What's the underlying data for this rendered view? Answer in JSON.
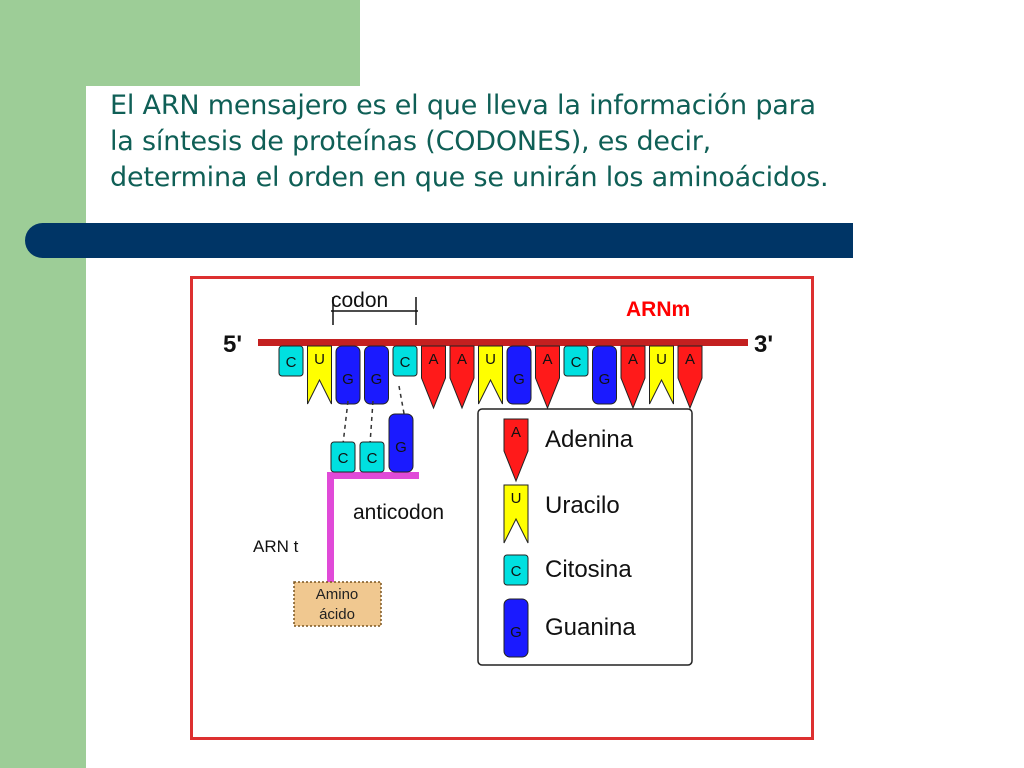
{
  "slide": {
    "title_lines": [
      "El ARN mensajero es el que lleva la información para",
      "la síntesis de proteínas (CODONES), es decir,",
      "determina el orden en que se unirán los aminoácidos."
    ]
  },
  "figure": {
    "codon_label": "codon",
    "mrna_label": "ARNm",
    "end_5": "5'",
    "end_3": "3'",
    "anticodon_label": "anticodon",
    "trna_label": "ARN t",
    "amino_label_line1": "Amino",
    "amino_label_line2": "ácido",
    "mrna_bases": [
      "C",
      "U",
      "G",
      "G",
      "C",
      "A",
      "A",
      "U",
      "G",
      "A",
      "C",
      "G",
      "A",
      "U",
      "A"
    ],
    "anticodon_bases": [
      "C",
      "C",
      "G"
    ],
    "legend": [
      {
        "base": "A",
        "name": "Adenina"
      },
      {
        "base": "U",
        "name": "Uracilo"
      },
      {
        "base": "C",
        "name": "Citosina"
      },
      {
        "base": "G",
        "name": "Guanina"
      }
    ],
    "colors": {
      "A": "#ff1a1a",
      "U": "#ffff00",
      "C": "#00e0e0",
      "G": "#1a1aff",
      "backbone": "#c42020",
      "trna_stem": "#e04ad8",
      "amino_box": "#f0c890",
      "label_red": "#ff0000"
    }
  }
}
